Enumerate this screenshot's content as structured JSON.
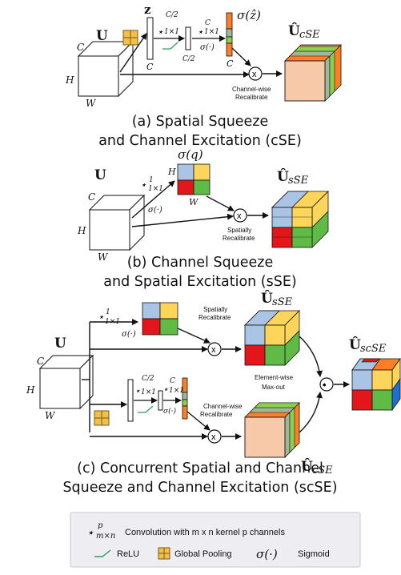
{
  "colors": {
    "orange": "#ff7f27",
    "green_light": "#8bcf4e",
    "green": "#5fbb46",
    "pink_light": "#f9d3c2",
    "peach": "#f7c9a8",
    "blue": "#a9c4e4",
    "yellow": "#fcd55a",
    "red": "#e3161b",
    "relu": "#2a9d5c",
    "pool": "#e6b422",
    "gray_green": "#9fb79a"
  },
  "symbols": {
    "U": "U",
    "z": "z",
    "sigma_z": "σ(ẑ)",
    "sigma_q": "σ(q)",
    "U_hat": "Û",
    "sub_cse": "cSE",
    "sub_sse": "sSE",
    "sub_scse": "scSE",
    "star": "⋆",
    "conv_c2": "C/2",
    "conv_1x1": "1×1",
    "conv_c": "C",
    "conv_1": "1",
    "sigma": "σ(·)",
    "H": "H",
    "W": "W",
    "C": "C",
    "C2": "C/2",
    "x": "x",
    "dot": "•"
  },
  "labels": {
    "channel_wise_1": "Channel-wise",
    "channel_wise_2": "Recalibrate",
    "spatially_1": "Spatially",
    "spatially_2": "Recalibrate",
    "element_wise_1": "Element-wise",
    "element_wise_2": "Max-out"
  },
  "captions": {
    "a_line1": "(a) Spatial Squeeze",
    "a_line2": "and Channel Excitation (cSE)",
    "b_line1": "(b) Channel Squeeze",
    "b_line2": "and Spatial Excitation (sSE)",
    "c_line1": "(c) Concurrent Spatial and Channel",
    "c_line2": "Squeeze and Channel Excitation (scSE)"
  },
  "legend": {
    "conv_symbol_sub": "m×n",
    "conv_symbol_sup": "p",
    "conv_text": "Convolution with m x n kernel p channels",
    "relu_text": "ReLU",
    "pool_text": "Global Pooling",
    "sigmoid_text": "Sigmoid",
    "sigmoid_symbol": "σ(·)"
  }
}
